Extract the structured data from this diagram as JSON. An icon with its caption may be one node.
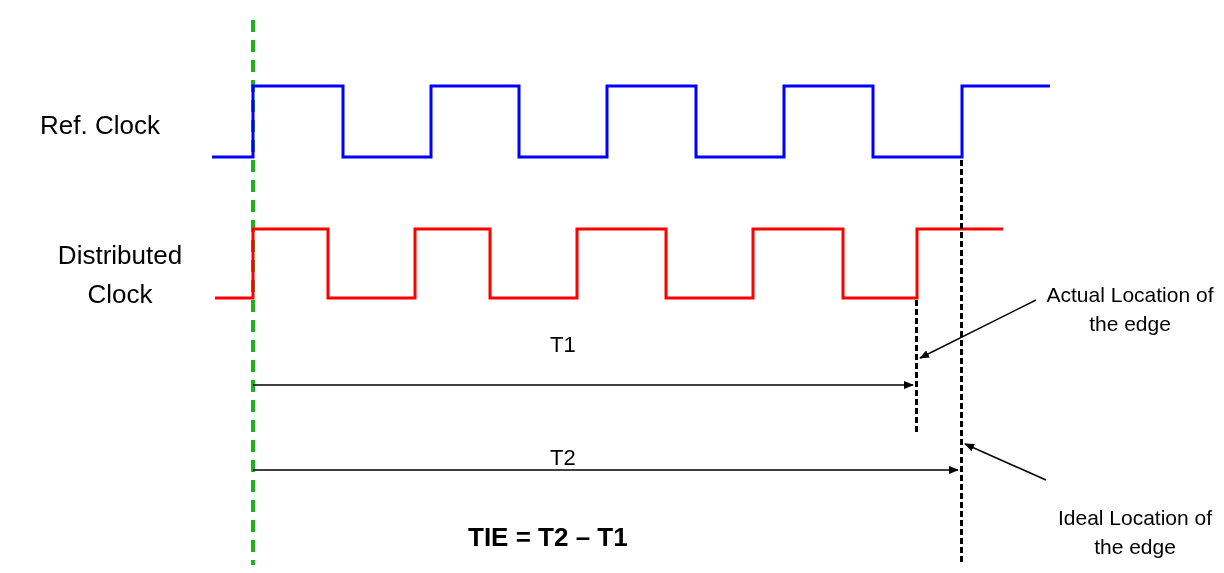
{
  "diagram": {
    "nodes": [
      {
        "text": [
          "Actual Location of the edge"
        ]
      },
      {
        "text": [],
        "shape": "line"
      },
      {
        "text": [
          "Ideal Location of the edge"
        ]
      },
      {
        "text": [],
        "shape": "line"
      }
    ],
    "edges": [
      {
        "from": 0,
        "to": 1,
        "arrow": "to"
      },
      {
        "from": 2,
        "to": 3,
        "arrow": "to"
      }
    ],
    "labels": [
      "Ref. Clock",
      "Distributed Clock",
      "T1",
      "T2",
      "TIE = T2 – T1"
    ]
  }
}
